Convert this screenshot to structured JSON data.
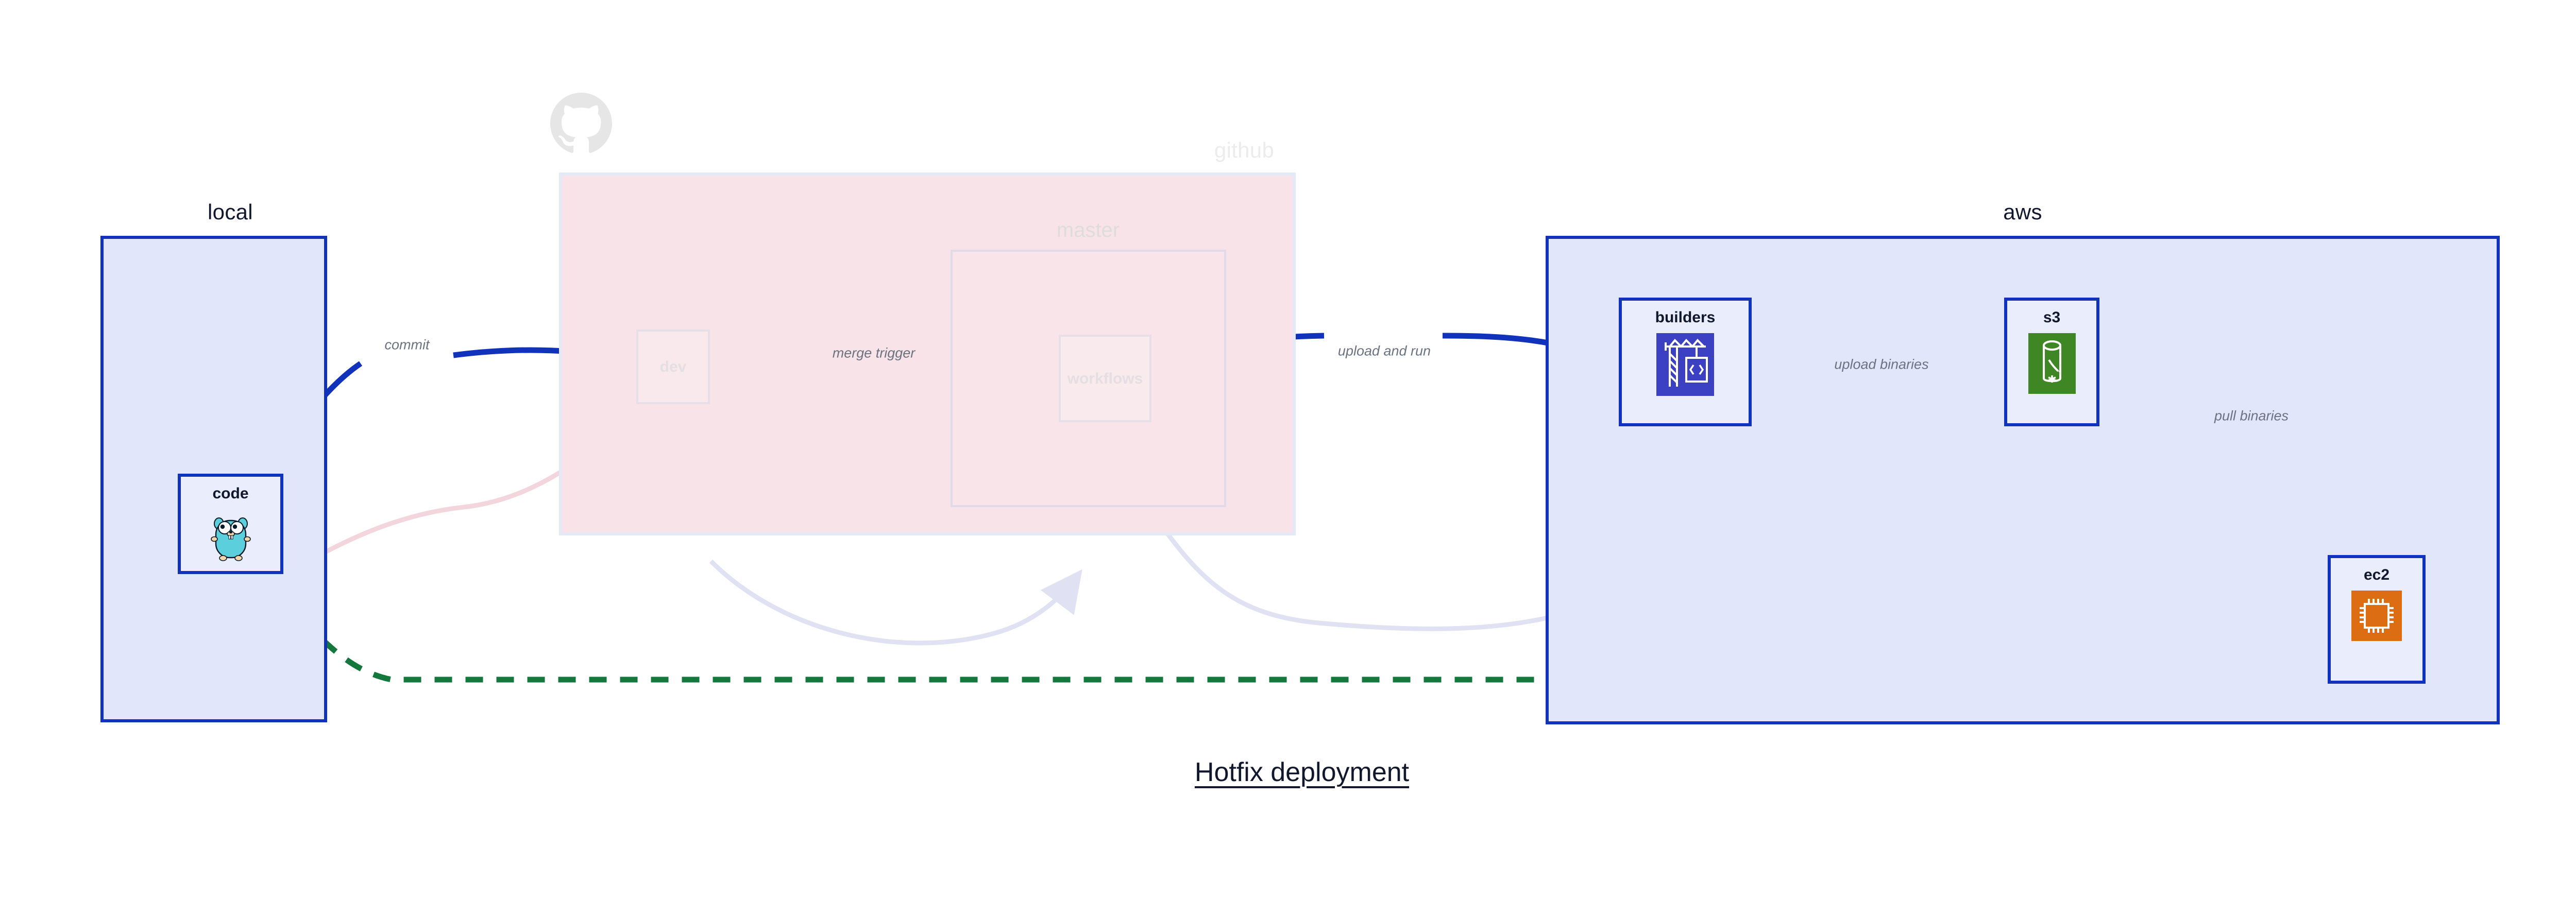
{
  "title": "Hotfix deployment",
  "clusters": [
    {
      "id": "local",
      "label": "local"
    },
    {
      "id": "github",
      "label": "github"
    },
    {
      "id": "aws",
      "label": "aws"
    }
  ],
  "subclusters": [
    {
      "id": "master",
      "label": "master"
    }
  ],
  "nodes": {
    "code": {
      "label": "code",
      "icon": "go-gopher-icon"
    },
    "dev": {
      "label": "dev",
      "icon": "none"
    },
    "workflows": {
      "label": "workflows",
      "icon": "none"
    },
    "builders": {
      "label": "builders",
      "icon": "aws-codebuild-crane-icon"
    },
    "s3": {
      "label": "s3",
      "icon": "aws-s3-bucket-icon"
    },
    "ec2": {
      "label": "ec2",
      "icon": "aws-ec2-chip-icon"
    }
  },
  "edges": [
    {
      "from": "code",
      "to": "dev",
      "label": "commit",
      "style": "solid",
      "color": "#1133bb"
    },
    {
      "from": "dev",
      "to": "workflows",
      "label": "merge trigger",
      "style": "solid",
      "color": "#1133bb"
    },
    {
      "from": "workflows",
      "to": "builders",
      "label": "upload and run",
      "style": "solid",
      "color": "#1133bb"
    },
    {
      "from": "builders",
      "to": "s3",
      "label": "upload binaries",
      "style": "solid",
      "color": "#1133bb"
    },
    {
      "from": "s3",
      "to": "ec2",
      "label": "pull binaries",
      "style": "solid",
      "color": "#1133bb"
    },
    {
      "from": "code",
      "to": "ec2",
      "label": "",
      "style": "dashed",
      "color": "#14773c"
    },
    {
      "from": "code",
      "to": "dev",
      "label": "",
      "style": "faded",
      "color": "#f6dde2"
    },
    {
      "from": "dev",
      "to": "workflows",
      "label": "",
      "style": "faded",
      "color": "#e3e2f2"
    },
    {
      "from": "workflows",
      "to": "builders",
      "label": "",
      "style": "faded",
      "color": "#e3e6f5"
    }
  ],
  "colors": {
    "cluster_border_blue": "#1133bb",
    "cluster_fill_blue": "#e1e6fa",
    "cluster_fill_pink": "#f8e3e8",
    "node_fill": "#eaeefc",
    "edge_blue": "#1133bb",
    "edge_green": "#14773c",
    "label_gray": "#6b7280",
    "text_dark": "#11182e",
    "icon_codebuild_bg": "#3c41c4",
    "icon_s3_bg": "#3f8624",
    "icon_ec2_bg": "#dd6d12",
    "gopher_body": "#5ccfdc"
  }
}
